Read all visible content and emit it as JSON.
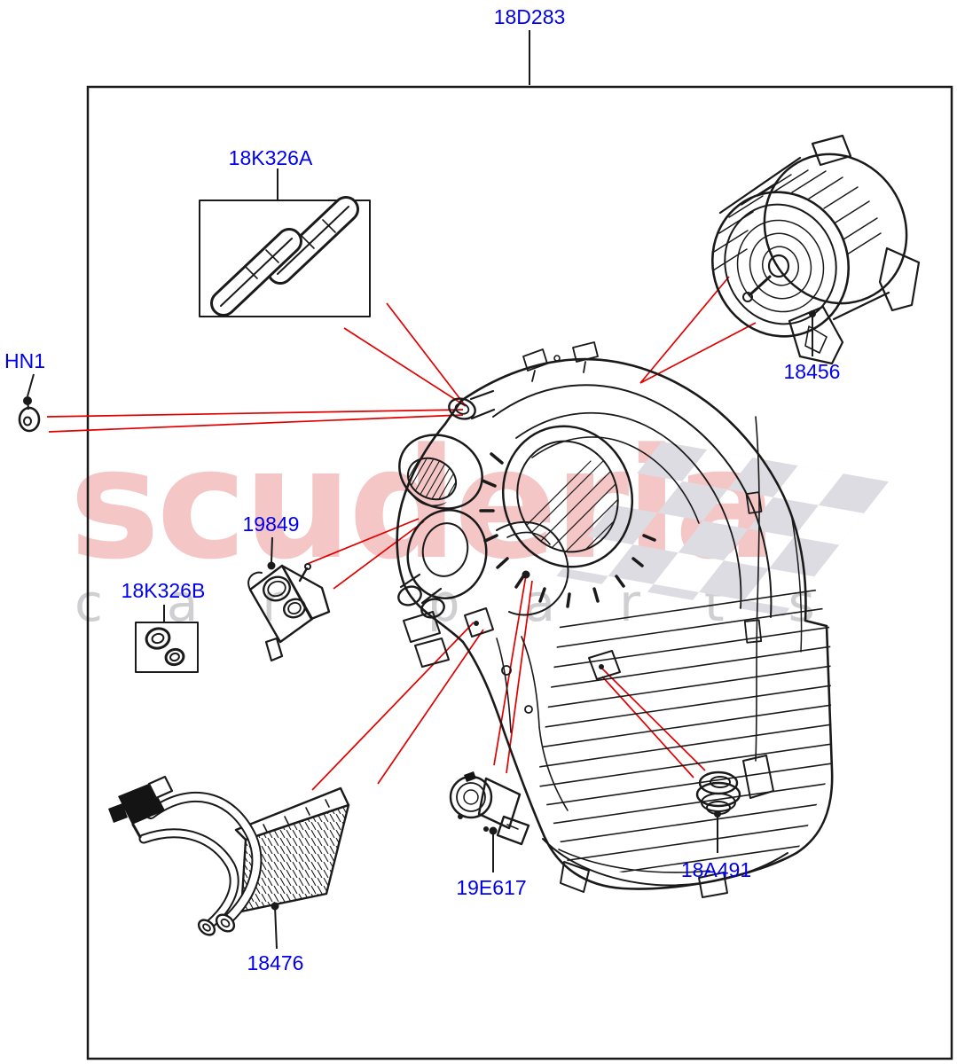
{
  "diagram": {
    "labels": {
      "assembly": "18D283",
      "filter_kit": "18K326A",
      "fastener": "HN1",
      "blower_motor": "18456",
      "expansion_valve": "19849",
      "oring_kit": "18K326B",
      "heater_core": "18476",
      "actuator": "19E617",
      "grommet": "18A491"
    },
    "watermark": {
      "brand": "scuderia",
      "tagline": "car parts"
    },
    "colors": {
      "label_blue": "#0000EE",
      "leader_red": "#E10000",
      "line_black": "#1A1A1A",
      "watermark_pink": "#F2B9B9",
      "watermark_gray": "#CACACE",
      "flag_gray": "#DCDCE2"
    }
  }
}
